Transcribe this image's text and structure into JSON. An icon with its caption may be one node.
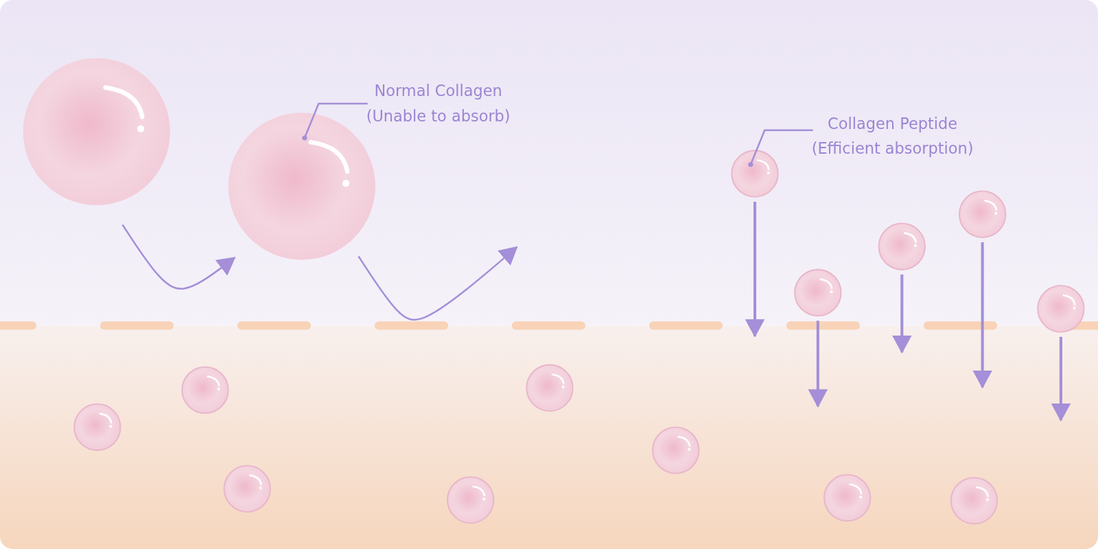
{
  "diagram": {
    "nodes": [
      {
        "text": [],
        "shape": "circle"
      },
      {
        "text": [
          "Normal Collagen",
          "(Unable to absorb)"
        ]
      },
      {
        "text": [],
        "shape": "circle"
      },
      {
        "text": [
          "Collagen Peptide",
          "(Efficient absorption)"
        ]
      },
      {
        "text": [],
        "shape": "circle"
      },
      {
        "text": [],
        "shape": "circle"
      },
      {
        "text": [],
        "shape": "circle"
      },
      {
        "text": [],
        "shape": "circle"
      },
      {
        "text": [],
        "shape": "circle"
      },
      {
        "text": [],
        "shape": "circle"
      },
      {
        "text": [],
        "shape": "circle"
      },
      {
        "text": [],
        "shape": "circle"
      },
      {
        "text": [],
        "shape": "circle"
      },
      {
        "text": [],
        "shape": "circle"
      },
      {
        "text": [],
        "shape": "circle"
      },
      {
        "text": [],
        "shape": "circle"
      },
      {
        "text": [],
        "shape": "circle"
      }
    ],
    "edges": [
      {
        "from": 1,
        "to": 2,
        "arrow": "other"
      },
      {
        "from": 3,
        "to": 4,
        "arrow": "other"
      },
      {
        "from": 4,
        "to": null,
        "arrow": "to"
      },
      {
        "from": 5,
        "to": null,
        "arrow": "to"
      },
      {
        "from": 6,
        "to": null,
        "arrow": "to"
      },
      {
        "from": 7,
        "to": null,
        "arrow": "to"
      },
      {
        "from": 8,
        "to": null,
        "arrow": "to"
      }
    ]
  }
}
